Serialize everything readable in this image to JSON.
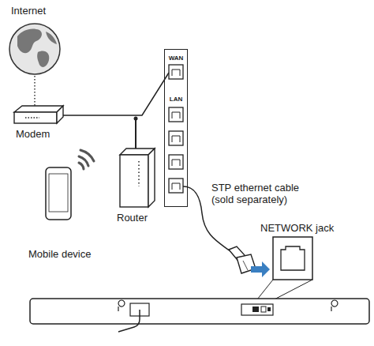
{
  "diagram": {
    "nodes": [
      {
        "text": [
          "WAN",
          "LAN"
        ]
      }
    ],
    "labels": [
      "Internet",
      "Modem",
      "Router",
      "Mobile device",
      "STP ethernet cable (sold separately)",
      "NETWORK jack"
    ]
  }
}
